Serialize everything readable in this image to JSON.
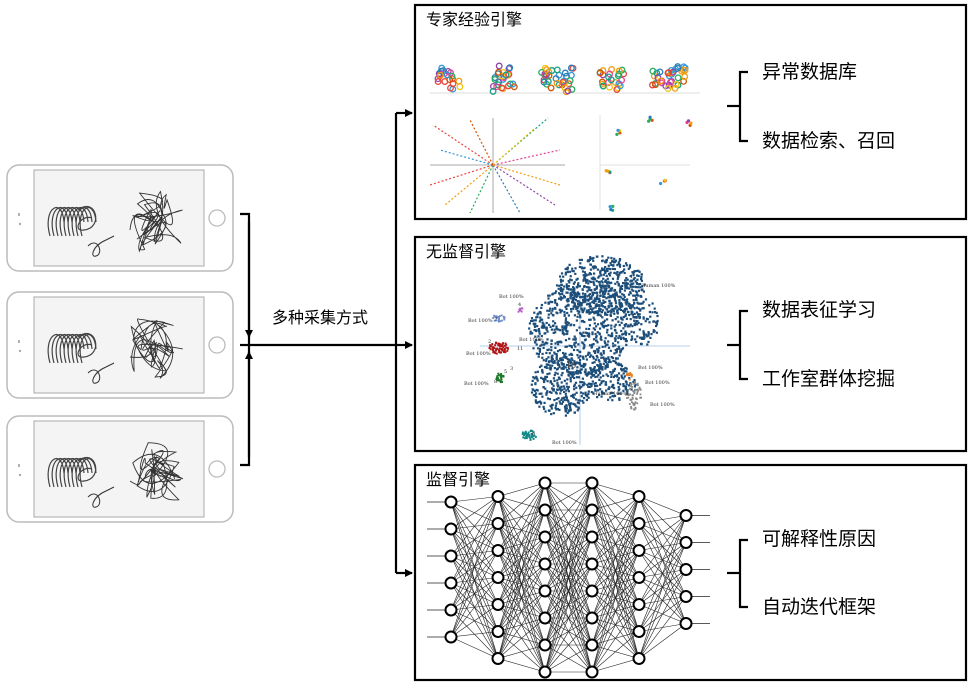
{
  "collection_label": "多种采集方式",
  "panels": [
    {
      "title": "专家经验引擎",
      "items": [
        "异常数据库",
        "数据检索、召回"
      ]
    },
    {
      "title": "无监督引擎",
      "items": [
        "数据表征学习",
        "工作室群体挖掘"
      ],
      "cluster_labels": [
        "Bot 100%",
        "Bot 100%",
        "Bot 100%",
        "Bot 100%",
        "Human 100%",
        "Bot 100%",
        "Bot 100%",
        "Bot 100%",
        "Human 100%",
        "Bot 100%",
        "Bot 100%"
      ],
      "cluster_numbers": [
        "1",
        "2",
        "3",
        "4",
        "5",
        "6",
        "7",
        "8",
        "10",
        "11"
      ]
    },
    {
      "title": "监督引擎",
      "items": [
        "可解释性原因",
        "自动迭代框架"
      ],
      "network_layers": [
        6,
        7,
        8,
        8,
        7,
        5
      ]
    }
  ],
  "colors": {
    "frame": "#000000",
    "phone_outline": "#bbbbbb",
    "tsne_main": "#1d4e7a",
    "tsne_red": "#b01818",
    "tsne_green": "#1e7a2a",
    "tsne_teal": "#138a8a"
  }
}
